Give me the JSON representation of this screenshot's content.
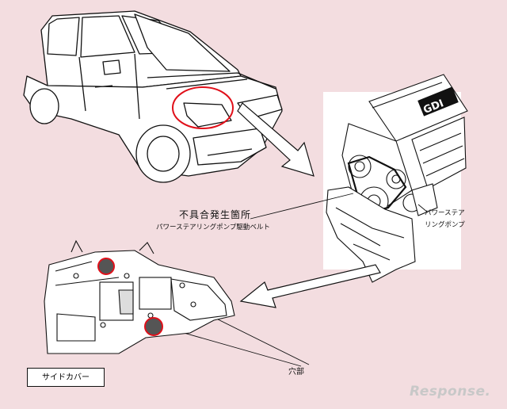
{
  "labels": {
    "defect_location": "不具合発生箇所",
    "defect_detail": "パワーステアリングポンプ駆動ベルト",
    "power_steering_pump": "パワーステア\nリングポンプ",
    "hole": "穴部",
    "side_cover": "サイドカバー"
  },
  "engine": {
    "badge": "GDI"
  },
  "brand": {
    "watermark": "Response."
  },
  "colors": {
    "background": "#f3dde0",
    "highlight": "#e0101a",
    "line": "#111111",
    "watermark": "#c8c8c8"
  }
}
